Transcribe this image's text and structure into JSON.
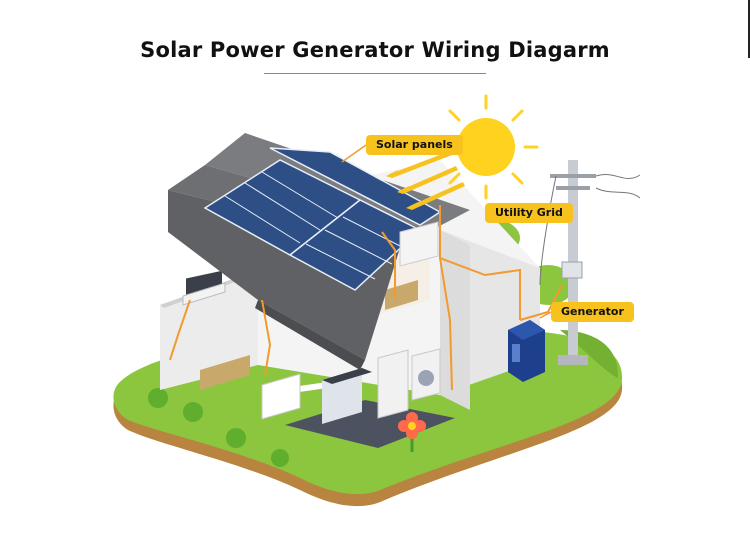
{
  "page": {
    "title": "Solar Power Generator Wiring Diagarm"
  },
  "labels": {
    "solar_panels": "Solar panels",
    "utility_grid": "Utility Grid",
    "generator": "Generator"
  },
  "colors": {
    "callout": "#f7c21e",
    "wire": "#f29a2e",
    "grass": "#8cc63f",
    "soil": "#c68b4a",
    "roof": "#6d6f73",
    "panel": "#2e4f86",
    "sun": "#ffd21f",
    "inverter": "#1d3f8c"
  }
}
